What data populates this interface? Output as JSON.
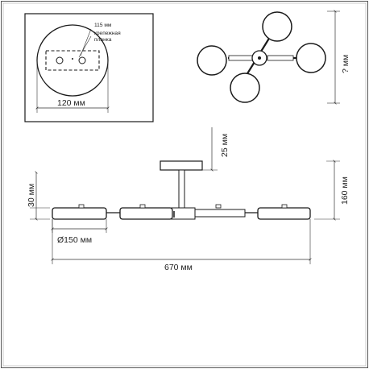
{
  "detail_panel": {
    "plate_width_label": "115 мм",
    "plate_name_line1": "крепежная",
    "plate_name_line2": "планка",
    "canopy_width_label": "120 мм"
  },
  "top_view": {
    "height_label": "? мм"
  },
  "side_view": {
    "canopy_height_label": "25 мм",
    "total_height_label": "160 мм",
    "shade_height_label": "30 мм",
    "shade_diameter_label": "Ø150 мм",
    "total_width_label": "670 мм"
  },
  "colors": {
    "line": "#1a1a1a",
    "shade": "#ffffff",
    "dim": "#333333"
  }
}
